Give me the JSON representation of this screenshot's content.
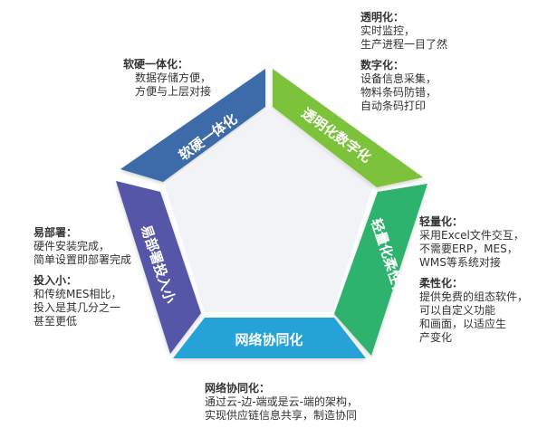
{
  "colors": {
    "top_left": "#3e6aa8",
    "top_right": "#7cc23b",
    "right": "#2eb36e",
    "bottom": "#27a3d6",
    "left": "#5557a8",
    "center": "#f1f3f7"
  },
  "segments": {
    "top_left": "软硬一体化",
    "top_right": "透明化数字化",
    "right": "轻量化柔性化",
    "bottom": "网络协同化",
    "left": "易部署投入小"
  },
  "notes": {
    "hw_sw": {
      "title": "软硬一体化：",
      "lines": [
        "数据存储方便，",
        "方便与上层对接"
      ]
    },
    "transparent": {
      "title": "透明化：",
      "lines": [
        "实时监控，",
        "生产进程一目了然"
      ]
    },
    "digital": {
      "title": "数字化：",
      "lines": [
        "设备信息采集，",
        "物料条码防错，",
        "自动条码打印"
      ]
    },
    "lightweight": {
      "title": "轻量化：",
      "lines": [
        "采用Excel文件交互，",
        "不需要ERP，MES，",
        "WMS等系统对接"
      ]
    },
    "flexible": {
      "title": "柔性化：",
      "lines": [
        "提供免费的组态软件，",
        "可以自定义功能",
        "和画面，以适应生",
        "产变化"
      ]
    },
    "deploy": {
      "title": "易部署：",
      "lines": [
        "硬件安装完成，",
        "简单设置即部署完成"
      ]
    },
    "investment": {
      "title": "投入小：",
      "lines": [
        "和传统MES相比，",
        "投入是其几分之一",
        "甚至更低"
      ]
    },
    "network": {
      "title": "网络协同化：",
      "lines": [
        "通过云-边-端或是云-端的架构，",
        "实现供应链信息共享，制造协同"
      ]
    }
  }
}
